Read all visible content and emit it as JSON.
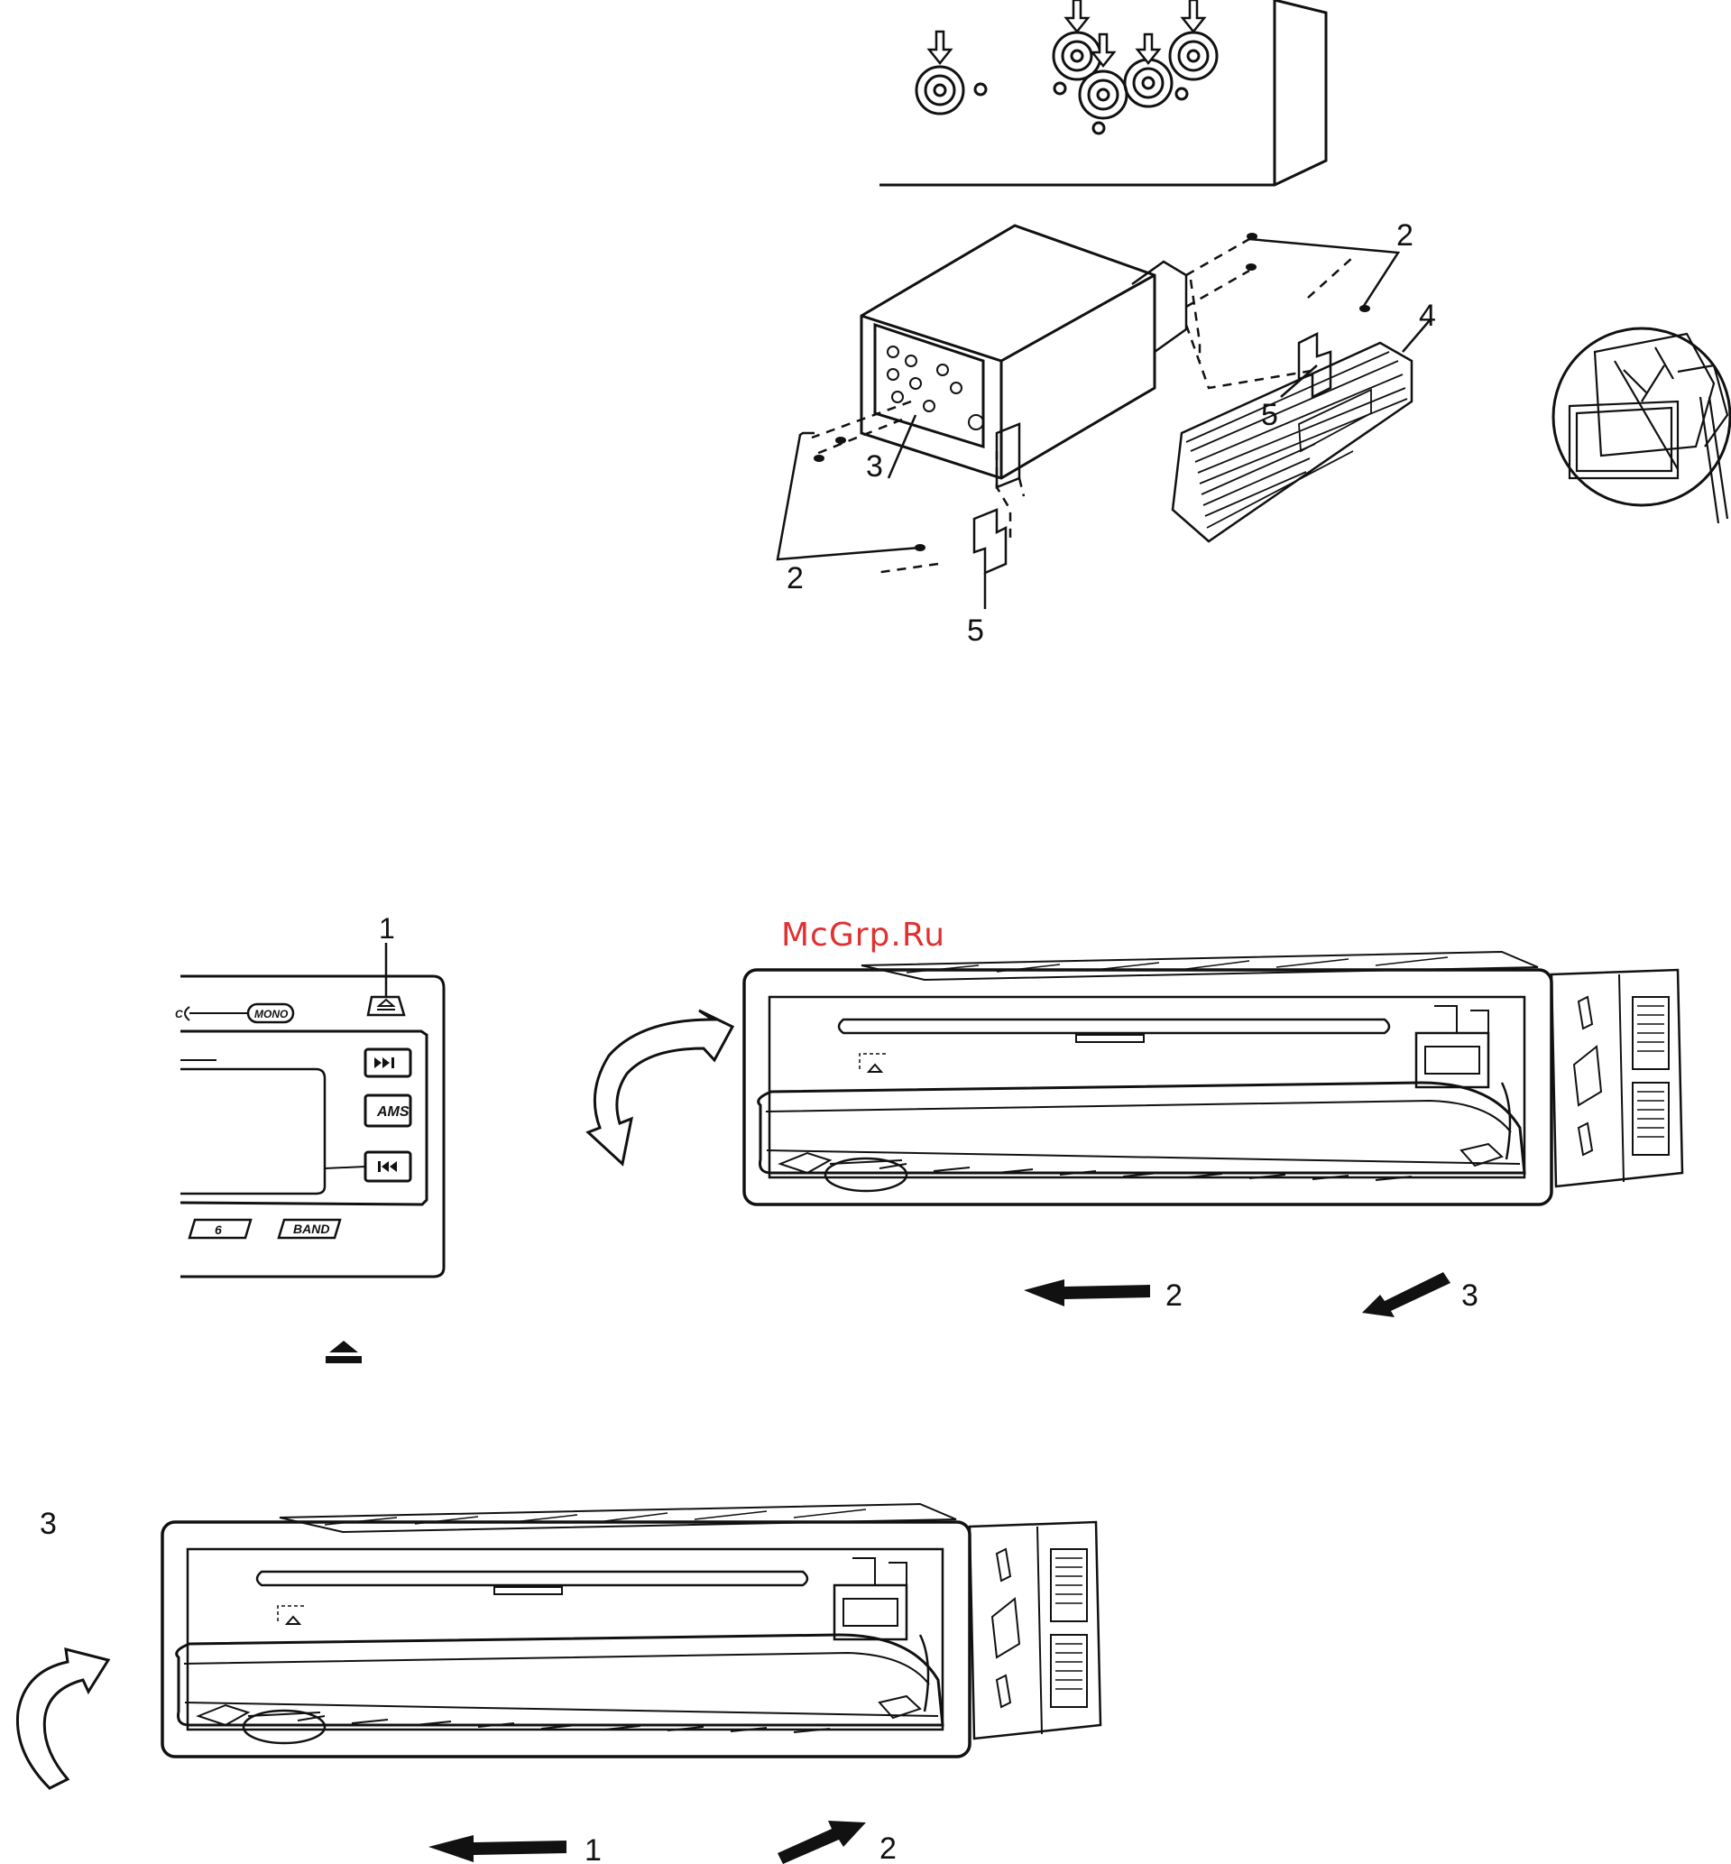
{
  "watermark": "McGrp.Ru",
  "figure_install": {
    "callouts": {
      "c2a": "2",
      "c2b": "2",
      "c3": "3",
      "c4": "4",
      "c5a": "5",
      "c5b": "5"
    }
  },
  "figure_panel": {
    "callout_1": "1",
    "buttons": {
      "mono": "MONO",
      "ams": "AMS",
      "band": "BAND",
      "preset": "6",
      "partial_left": "C"
    },
    "eject_symbol_icon": "eject-icon"
  },
  "figure_remove": {
    "arrow_2": "2",
    "arrow_3": "3"
  },
  "figure_attach": {
    "arrow_1": "1",
    "arrow_2": "2",
    "curved_3": "3"
  },
  "colors": {
    "ink": "#111111",
    "watermark": "#e03131"
  }
}
